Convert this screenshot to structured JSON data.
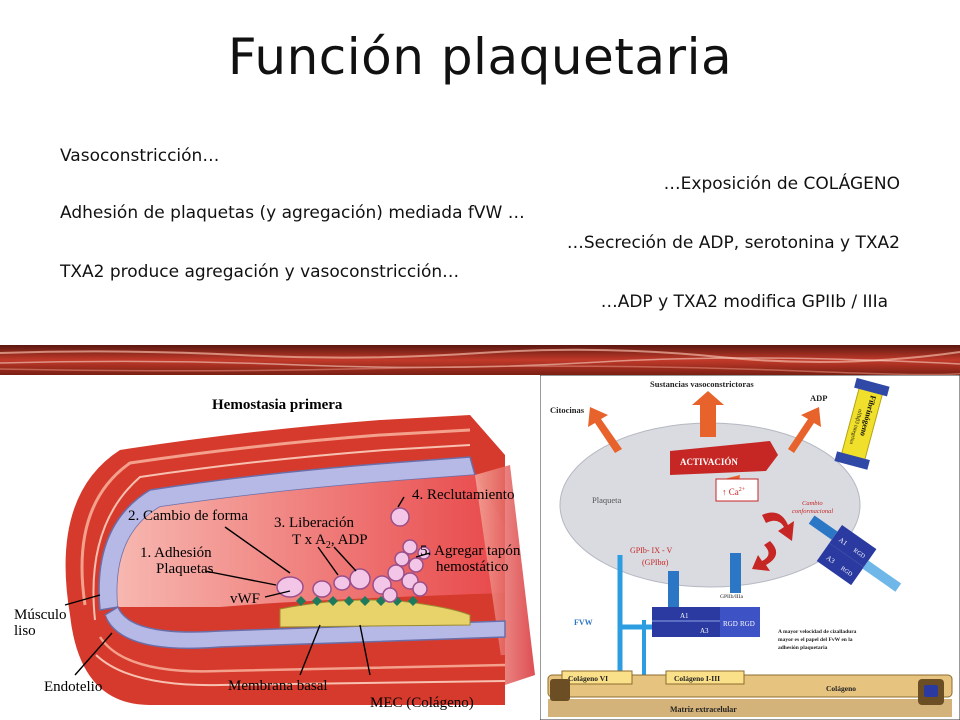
{
  "slide": {
    "title": "Función plaquetaria",
    "bullets": [
      "Vasoconstricción…",
      "…Exposición de COLÁGENO",
      "Adhesión de plaquetas (y agregación) mediada fVW …",
      "…Secreción de ADP, serotonina y TXA2",
      "TXA2 produce agregación y vasoconstricción…",
      "…ADP y TXA2 modifica GPIIb / IIIa"
    ]
  },
  "left_figure": {
    "heading": "Hemostasia primera",
    "labels": {
      "musculo_1": "Músculo",
      "musculo_2": "liso",
      "endotelio": "Endotelio",
      "membrana": "Membrana basal",
      "mec": "MEC (Colágeno)",
      "vwf": "vWF",
      "adhesion_1": "1. Adhesión",
      "adhesion_2": "Plaquetas",
      "cambio": "2. Cambio de forma",
      "liberacion_1": "3. Liberación",
      "liberacion_2": "T x A",
      "liberacion_sub": "2",
      "liberacion_3": ", ADP",
      "reclutamiento": "4. Reclutamiento",
      "agregar_1": "5. Agregar tapón",
      "agregar_2": "hemostático"
    }
  },
  "right_figure": {
    "labels": {
      "sustancias": "Sustancias vasoconstrictoras",
      "citocinas": "Citocinas",
      "adp": "ADP",
      "fibrinogeno": "Fibrinógeno",
      "integrina": "αIIbβ3 integrina",
      "activacion": "ACTIVACIÓN",
      "plaqueta": "Plaqueta",
      "ca": "Ca",
      "ca_sup": "2+",
      "cambio_1": "Cambio",
      "cambio_2": "conformacional",
      "gpib_1": "GPIb- IX - V",
      "gpib_2": "(GPIbα)",
      "gpiib": "GPIIb/IIIa",
      "fvw": "FVW",
      "a1": "A1",
      "a3": "A3",
      "rgd": "RGD",
      "rgdrgd": "RGD",
      "note_1": "A mayor velocidad de cizalladura",
      "note_2": "mayor es el papel del FvW en la",
      "note_3": "adhesión plaquetaria",
      "col6": "Colágeno VI",
      "col13": "Colágeno I-III",
      "colageno": "Colágeno",
      "matriz": "Matriz extracelular",
      "r_a1": "A1",
      "r_a3": "A3",
      "r_rgd": "RGD",
      "r_rgd2": "RGD"
    }
  }
}
